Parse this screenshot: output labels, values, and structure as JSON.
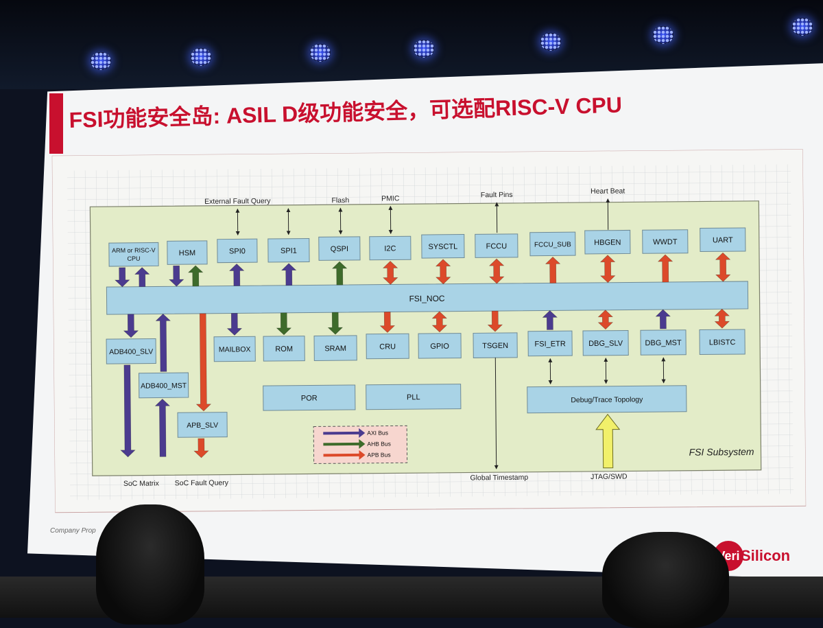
{
  "slide": {
    "title": "FSI功能安全岛: ASIL D级功能安全，可选配RISC-V CPU",
    "footer": "Company Prop",
    "logo_badge": "Veri",
    "logo_text": "Silicon"
  },
  "colors": {
    "accent": "#c8102e",
    "block_fill": "#a9d3e6",
    "subsystem_fill": "#e3ecc8",
    "axi": "#4b3b8f",
    "ahb": "#3e6b2b",
    "apb": "#dc4a2a",
    "jtag": "#f1f06a"
  },
  "diagram": {
    "top_labels": {
      "ext_fault": "External Fault Query",
      "flash": "Flash",
      "pmic": "PMIC",
      "fault_pins": "Fault Pins",
      "heart_beat": "Heart Beat"
    },
    "top_row": {
      "cpu_1": "ARM or RISC-V",
      "cpu_2": "CPU",
      "hsm": "HSM",
      "spi0": "SPI0",
      "spi1": "SPI1",
      "qspi": "QSPI",
      "i2c": "I2C",
      "sysctl": "SYSCTL",
      "fccu": "FCCU",
      "fccu_sub": "FCCU_SUB",
      "hbgen": "HBGEN",
      "wwdt": "WWDT",
      "uart": "UART"
    },
    "noc": "FSI_NOC",
    "bottom_row": {
      "adb_slv": "ADB400_SLV",
      "adb_mst": "ADB400_MST",
      "apb_slv": "APB_SLV",
      "mailbox": "MAILBOX",
      "rom": "ROM",
      "sram": "SRAM",
      "cru": "CRU",
      "gpio": "GPIO",
      "tsgen": "TSGEN",
      "fsi_etr": "FSI_ETR",
      "dbg_slv": "DBG_SLV",
      "dbg_mst": "DBG_MST",
      "lbistc": "LBISTC"
    },
    "por": "POR",
    "pll": "PLL",
    "debug_topology": "Debug/Trace Topology",
    "subsystem_label": "FSI Subsystem",
    "legend": {
      "axi": "AXI Bus",
      "ahb": "AHB Bus",
      "apb": "APB Bus"
    },
    "bottom_labels": {
      "soc_matrix": "SoC Matrix",
      "soc_fault": "SoC Fault Query",
      "global_ts": "Global Timestamp",
      "jtag": "JTAG/SWD"
    }
  }
}
